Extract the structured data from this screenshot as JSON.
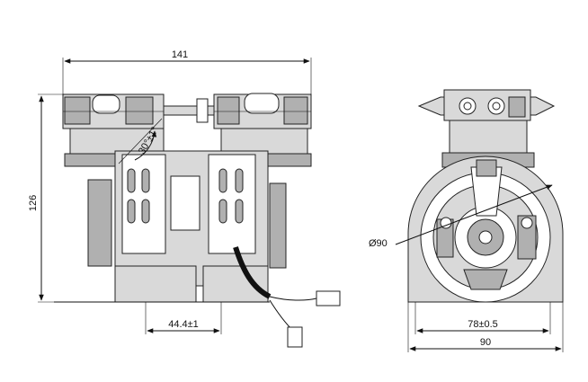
{
  "dimensions": {
    "overall_width": "141",
    "height": "126",
    "port_angle": "30°±1°",
    "foot_spacing": "44.4±1",
    "flange_diameter": "Ø90",
    "hole_spacing": "78±0.5",
    "base_width": "90"
  }
}
